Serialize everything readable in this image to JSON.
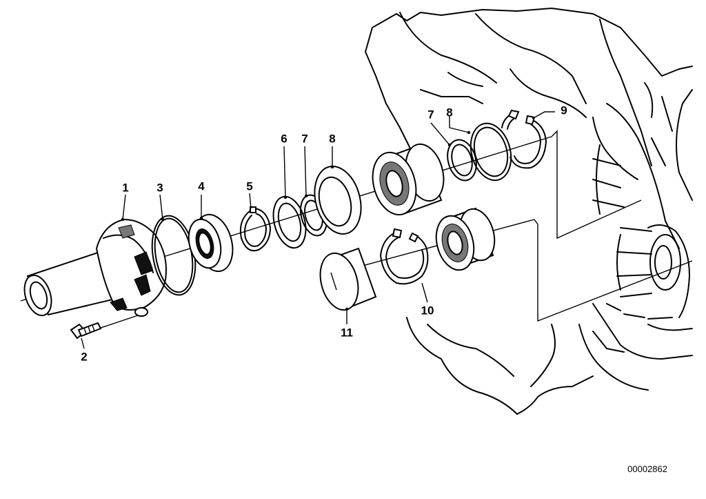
{
  "diagram": {
    "callouts": [
      {
        "id": "c1",
        "text": "1"
      },
      {
        "id": "c2",
        "text": "2"
      },
      {
        "id": "c3",
        "text": "3"
      },
      {
        "id": "c4",
        "text": "4"
      },
      {
        "id": "c5",
        "text": "5"
      },
      {
        "id": "c6",
        "text": "6"
      },
      {
        "id": "c7a",
        "text": "7"
      },
      {
        "id": "c8a",
        "text": "8"
      },
      {
        "id": "c7b",
        "text": "7"
      },
      {
        "id": "c8b",
        "text": "8"
      },
      {
        "id": "c9",
        "text": "9"
      },
      {
        "id": "c10",
        "text": "10"
      },
      {
        "id": "c11",
        "text": "11"
      }
    ],
    "document_number": "00002862"
  }
}
